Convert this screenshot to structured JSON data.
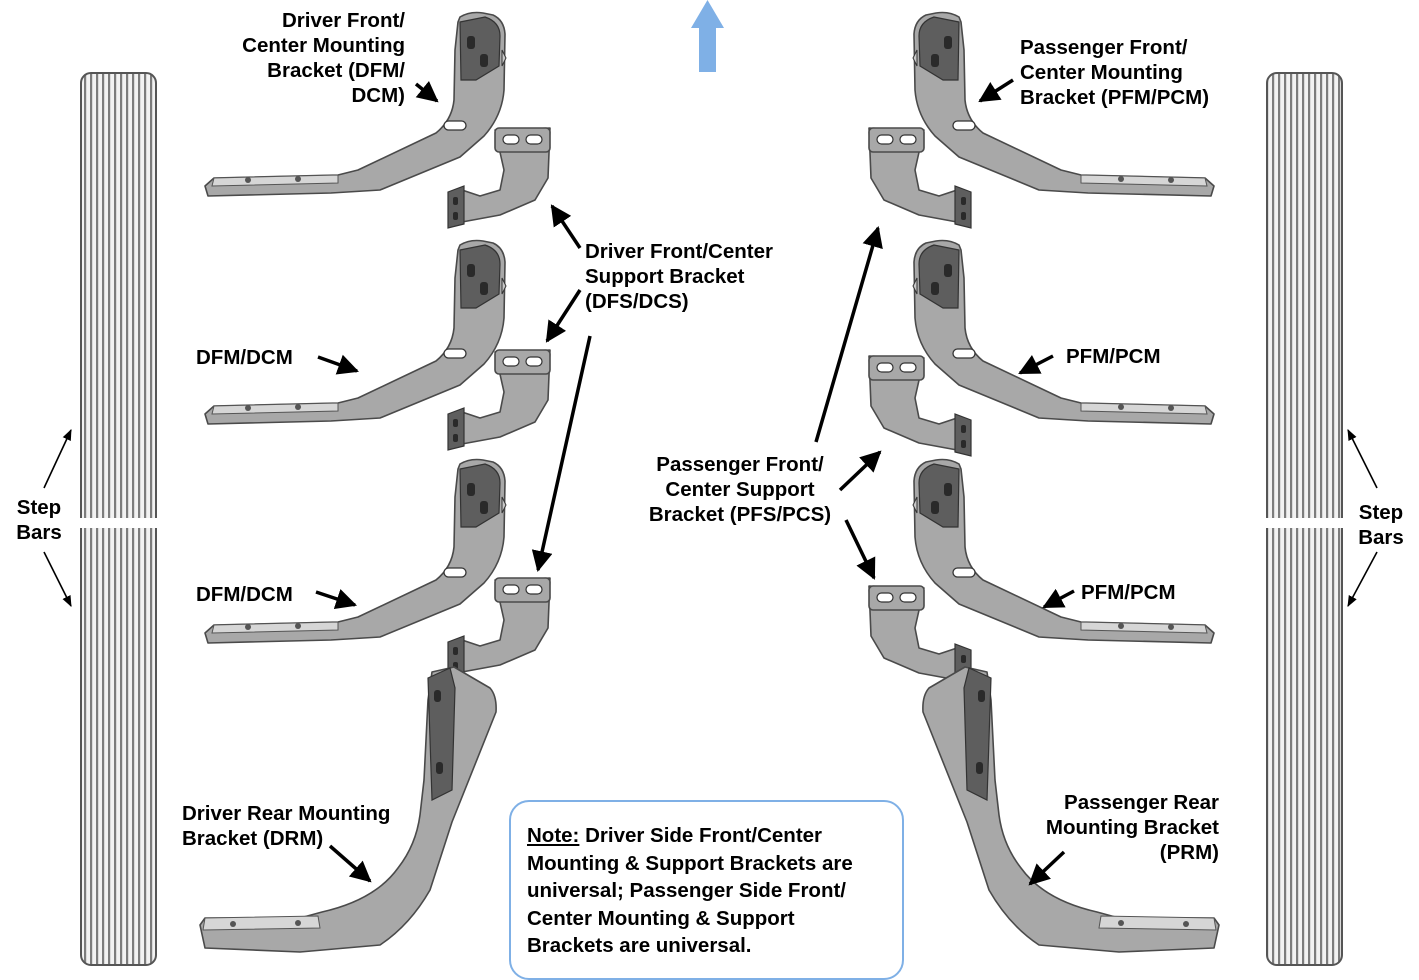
{
  "labels": {
    "driver_front_mounting": "Driver Front/\nCenter Mounting\nBracket (DFM/\nDCM)",
    "driver_support": "Driver Front/Center\nSupport Bracket\n(DFS/DCS)",
    "dfm_dcm_1": "DFM/DCM",
    "dfm_dcm_2": "DFM/DCM",
    "driver_rear": "Driver Rear Mounting\nBracket (DRM)",
    "passenger_front_mounting": "Passenger Front/\nCenter Mounting\nBracket (PFM/PCM)",
    "pfm_pcm_1": "PFM/PCM",
    "pfm_pcm_2": "PFM/PCM",
    "passenger_support": "Passenger Front/\nCenter Support\nBracket (PFS/PCS)",
    "passenger_rear": "Passenger Rear\nMounting Bracket\n(PRM)",
    "step_bars_left": "Step\nBars",
    "step_bars_right": "Step\nBars"
  },
  "note": {
    "heading": "Note:",
    "text": " Driver Side Front/Center\nMounting & Support Brackets are\nuniversal; Passenger Side Front/\nCenter Mounting & Support\nBrackets are universal."
  },
  "colors": {
    "bracket_fill": "#a7a7a7",
    "bracket_dark": "#626262",
    "step_bar": "#8a8a8a",
    "direction_arrow": "#7fb0e6",
    "note_border": "#7fb0e6"
  }
}
